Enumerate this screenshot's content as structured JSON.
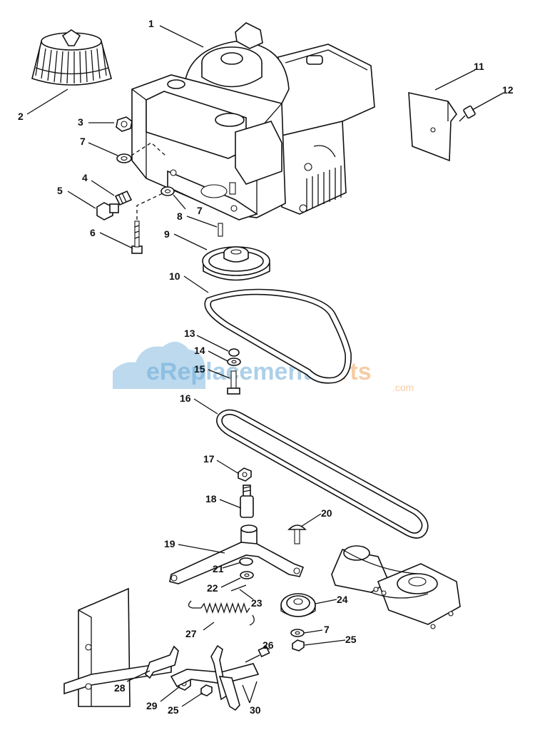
{
  "callouts": [
    {
      "id": "1",
      "label": "1"
    },
    {
      "id": "2",
      "label": "2"
    },
    {
      "id": "3",
      "label": "3"
    },
    {
      "id": "4",
      "label": "4"
    },
    {
      "id": "5",
      "label": "5"
    },
    {
      "id": "6",
      "label": "6"
    },
    {
      "id": "7a",
      "label": "7"
    },
    {
      "id": "7b",
      "label": "7"
    },
    {
      "id": "7c",
      "label": "7"
    },
    {
      "id": "8",
      "label": "8"
    },
    {
      "id": "9",
      "label": "9"
    },
    {
      "id": "10",
      "label": "10"
    },
    {
      "id": "11",
      "label": "11"
    },
    {
      "id": "12",
      "label": "12"
    },
    {
      "id": "13",
      "label": "13"
    },
    {
      "id": "14",
      "label": "14"
    },
    {
      "id": "15",
      "label": "15"
    },
    {
      "id": "16",
      "label": "16"
    },
    {
      "id": "17",
      "label": "17"
    },
    {
      "id": "18",
      "label": "18"
    },
    {
      "id": "19",
      "label": "19"
    },
    {
      "id": "20",
      "label": "20"
    },
    {
      "id": "21",
      "label": "21"
    },
    {
      "id": "22",
      "label": "22"
    },
    {
      "id": "23",
      "label": "23"
    },
    {
      "id": "24",
      "label": "24"
    },
    {
      "id": "25a",
      "label": "25"
    },
    {
      "id": "25b",
      "label": "25"
    },
    {
      "id": "26",
      "label": "26"
    },
    {
      "id": "27",
      "label": "27"
    },
    {
      "id": "28",
      "label": "28"
    },
    {
      "id": "29",
      "label": "29"
    },
    {
      "id": "30",
      "label": "30"
    }
  ],
  "watermark": {
    "brand_prefix": "e",
    "brand_main": "Replacement",
    "brand_accent": "Parts",
    "domain_suffix": ".com",
    "colors": {
      "blue": "#6aaad8",
      "orange": "#f1a35a"
    }
  }
}
